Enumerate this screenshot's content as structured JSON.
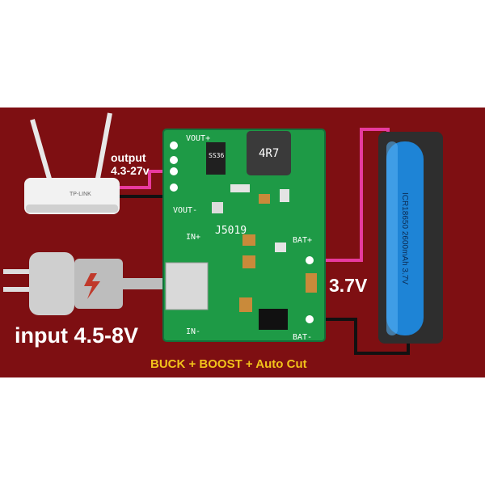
{
  "labels": {
    "output_line1": "output",
    "output_line2": "4.3-27v",
    "input": "input 4.5-8V",
    "battery_voltage": "3.7V",
    "modes": "BUCK + BOOST + Auto Cut"
  },
  "pcb": {
    "model": "J5019",
    "inductor": "4R7",
    "diode": "SS36",
    "vout_plus": "VOUT+",
    "vout_minus": "VOUT-",
    "in_plus": "IN+",
    "in_minus": "IN-",
    "bat_plus": "BAT+",
    "bat_minus": "BAT-"
  },
  "battery": {
    "text": "ICR18650 2600mAh 3.7V"
  },
  "router": {
    "brand": "TP-LINK"
  },
  "colors": {
    "background": "#7e0f12",
    "pcb_green": "#1e9a46",
    "battery_blue": "#1e84d6",
    "wire_positive": "#e83a9e",
    "wire_negative": "#111111",
    "mode_text": "#f2c21a"
  }
}
